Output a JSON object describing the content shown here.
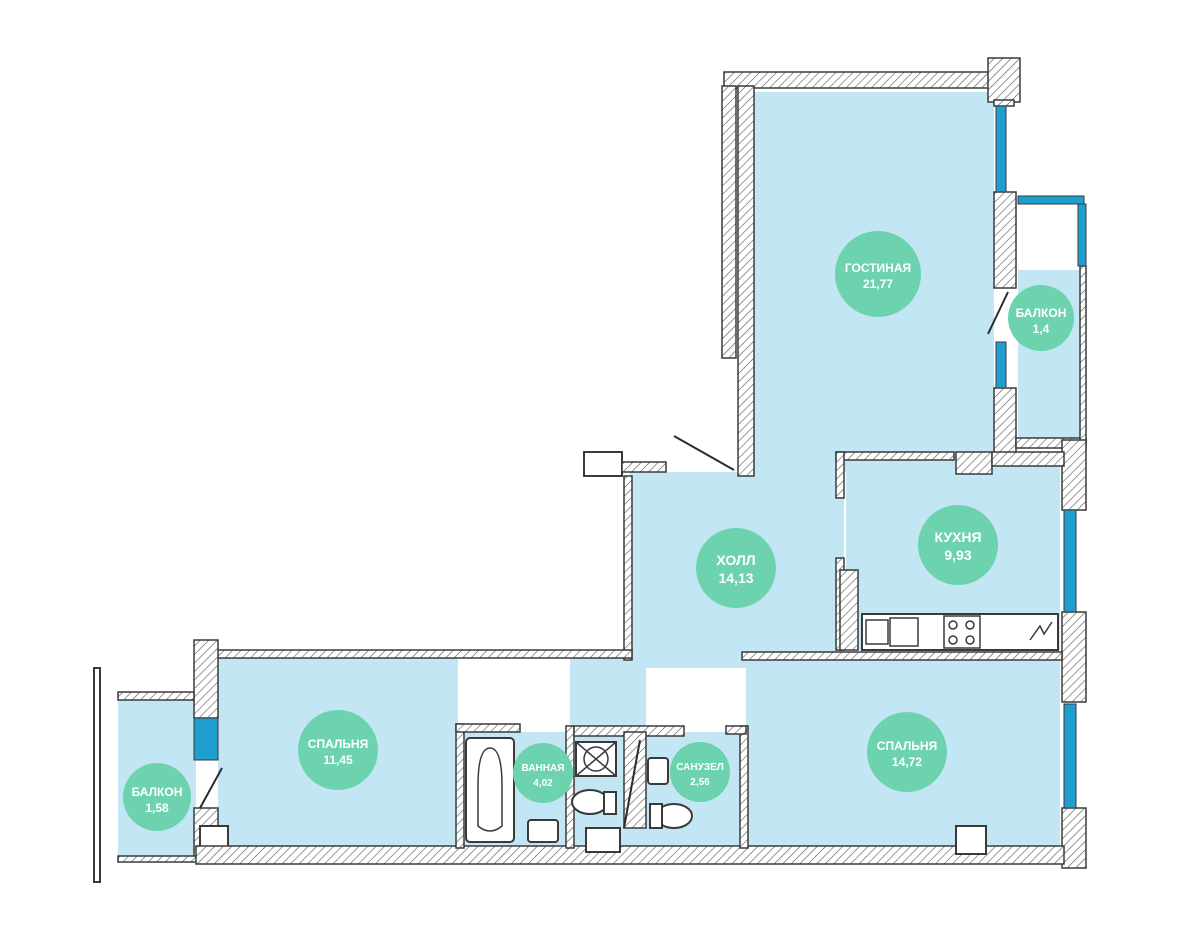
{
  "colors": {
    "room_fill": "#c3e6f4",
    "badge_fill": "#6dd3ae",
    "window_fill": "#1e9fd0",
    "wall_stroke": "#3a3a3a"
  },
  "rooms": [
    {
      "id": "living",
      "name": "ГОСТИНАЯ",
      "area": "21,77"
    },
    {
      "id": "balcony1",
      "name": "БАЛКОН",
      "area": "1,4"
    },
    {
      "id": "kitchen",
      "name": "КУХНЯ",
      "area": "9,93"
    },
    {
      "id": "hall",
      "name": "ХОЛЛ",
      "area": "14,13"
    },
    {
      "id": "bedroom1",
      "name": "СПАЛЬНЯ",
      "area": "11,45"
    },
    {
      "id": "bath",
      "name": "ВАННАЯ",
      "area": "4,02"
    },
    {
      "id": "wc",
      "name": "САНУЗЕЛ",
      "area": "2,56"
    },
    {
      "id": "bedroom2",
      "name": "СПАЛЬНЯ",
      "area": "14,72"
    },
    {
      "id": "balcony2",
      "name": "БАЛКОН",
      "area": "1,58"
    }
  ]
}
